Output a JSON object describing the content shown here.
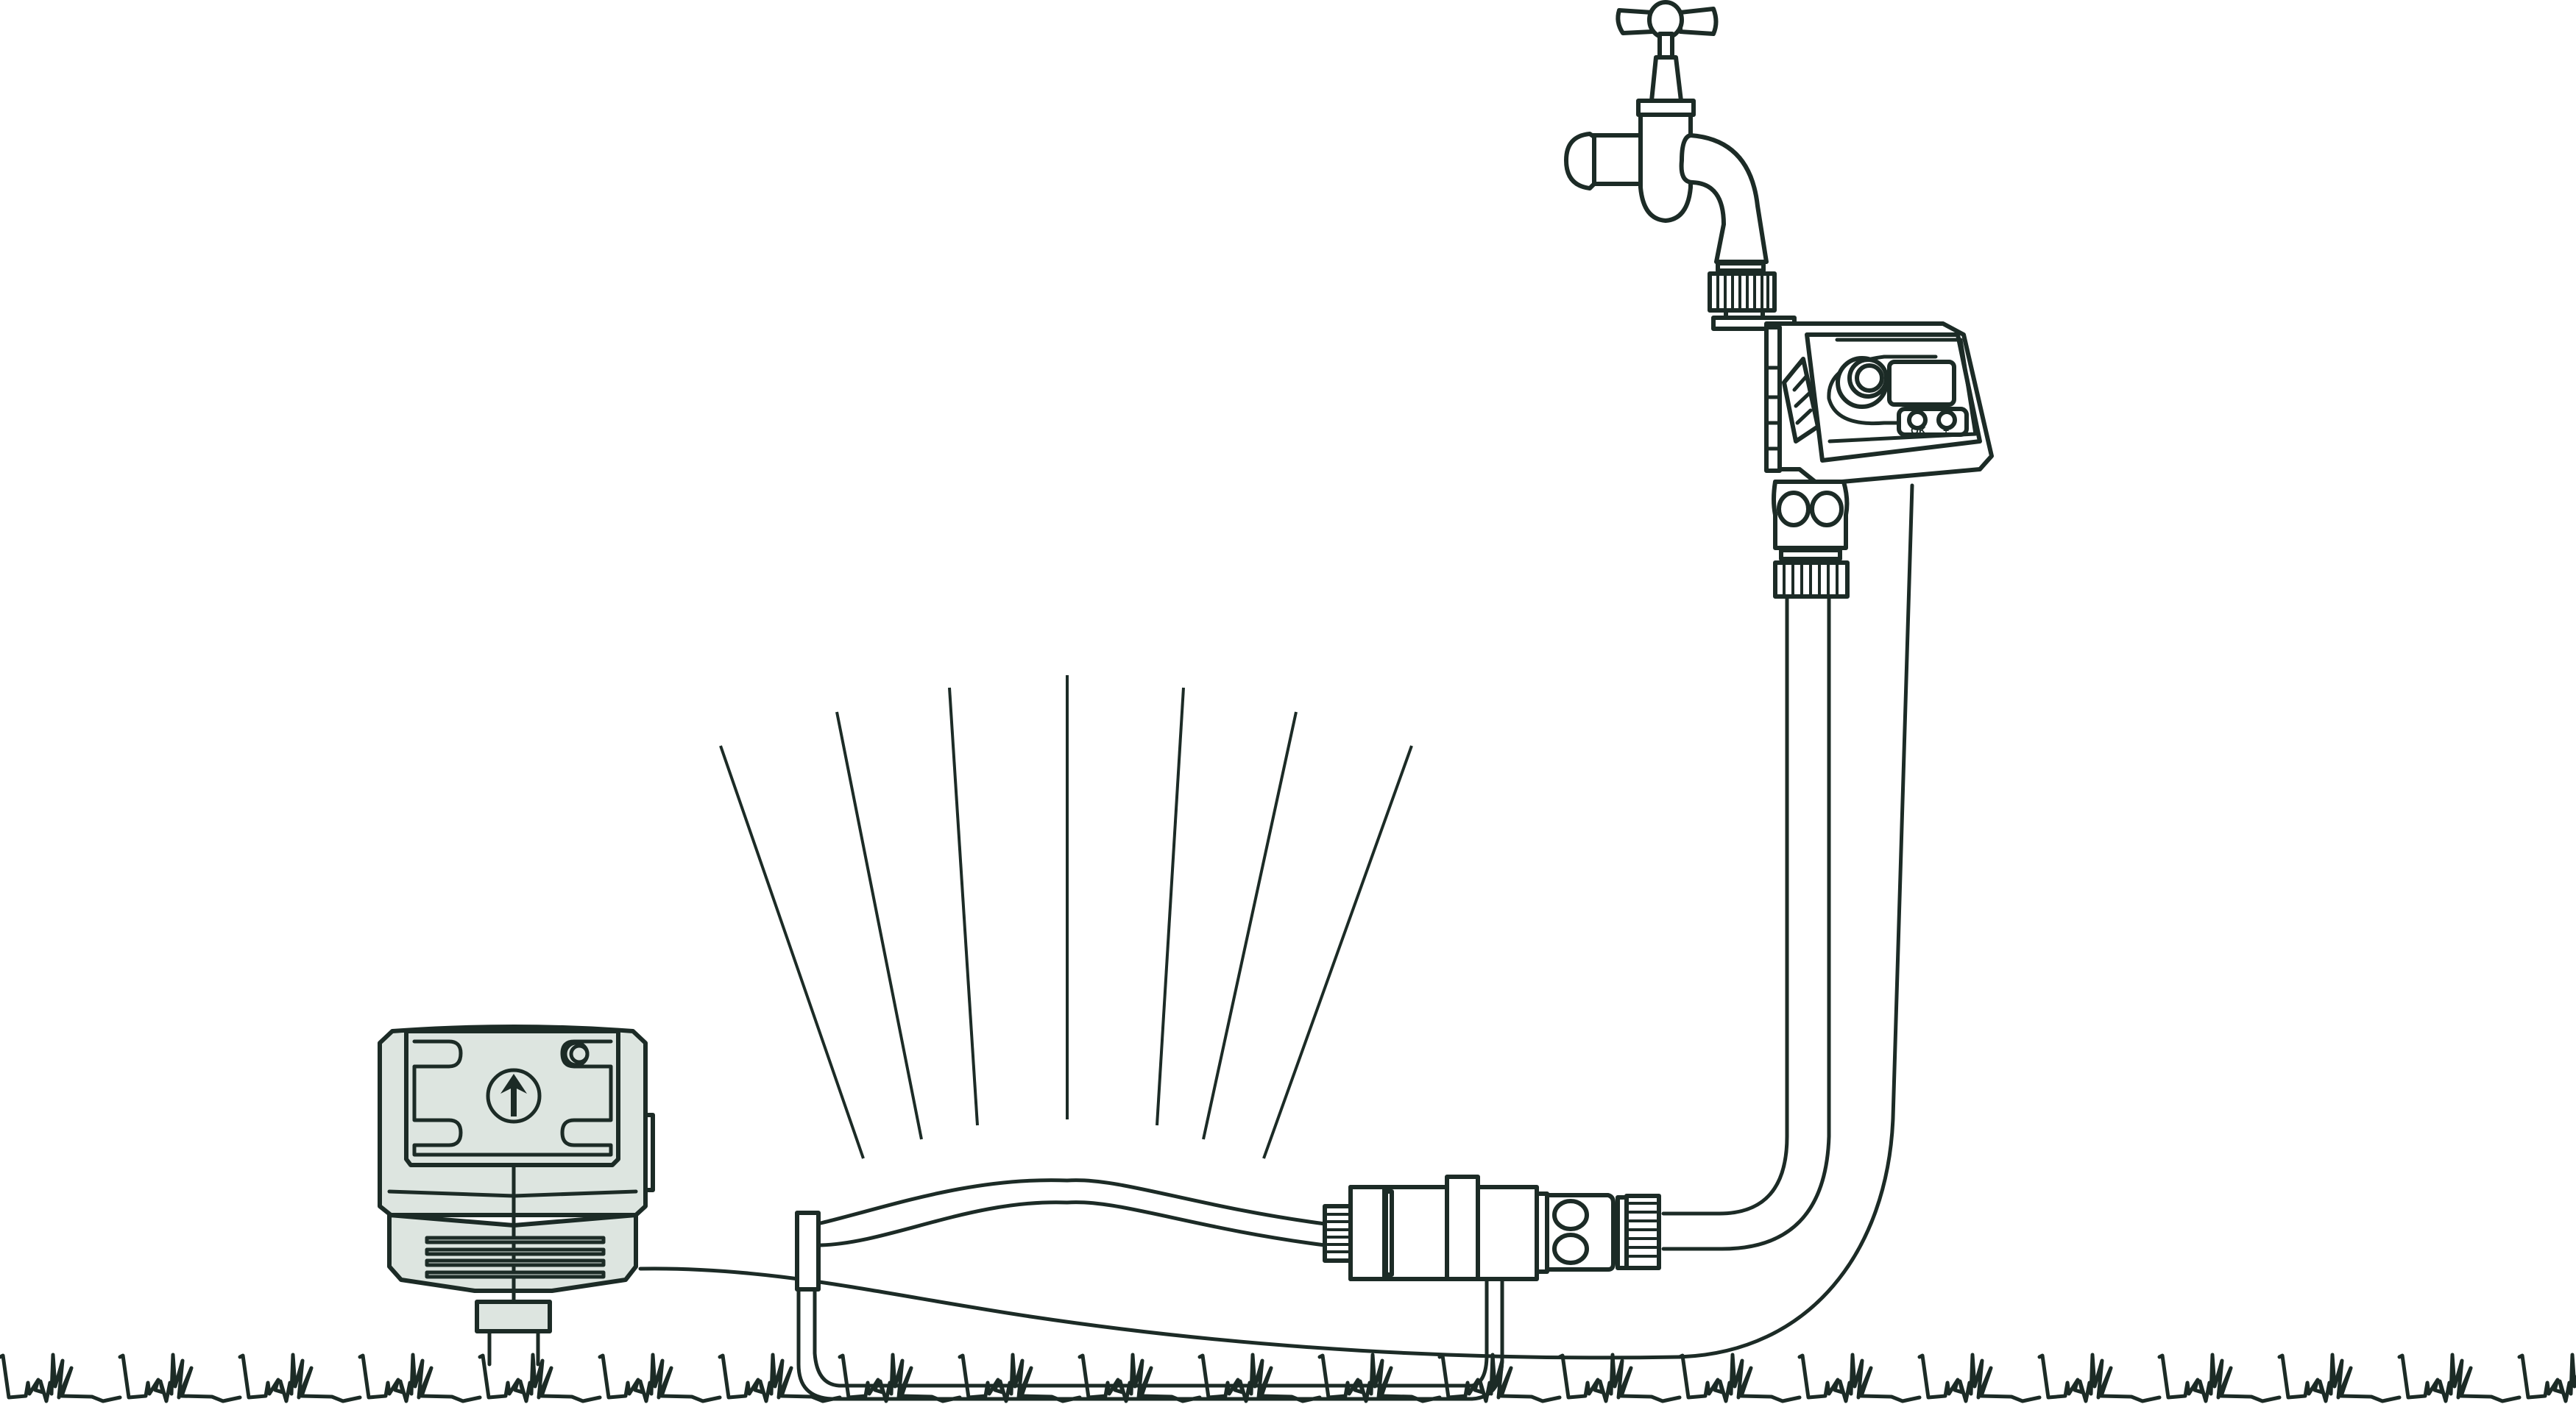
{
  "diagram": {
    "type": "technical-illustration",
    "subject": "Garden irrigation setup: tap with water timer, hose, connector, sprinkler and rain sensor",
    "colors": {
      "line": "#1c2b26",
      "sensor_fill": "#dde5e0",
      "background": "#ffffff"
    },
    "components": [
      {
        "id": "tap",
        "label": "Outdoor tap with cross handle"
      },
      {
        "id": "timer",
        "label": "Water timer",
        "buttons": [
          "OK",
          "+"
        ]
      },
      {
        "id": "hose",
        "label": "Garden hose"
      },
      {
        "id": "connector",
        "label": "Hose connector / splitter"
      },
      {
        "id": "sprinkler",
        "label": "Sprinkler spray pipe",
        "spray_lines": 7
      },
      {
        "id": "sensor",
        "label": "Rain / soil moisture sensor",
        "symbol": "up-arrow"
      },
      {
        "id": "sensor_cable",
        "label": "Sensor cable"
      },
      {
        "id": "ground",
        "label": "Grass ground line"
      }
    ]
  },
  "timer": {
    "ok_label": "OK",
    "plus_label": "+"
  }
}
